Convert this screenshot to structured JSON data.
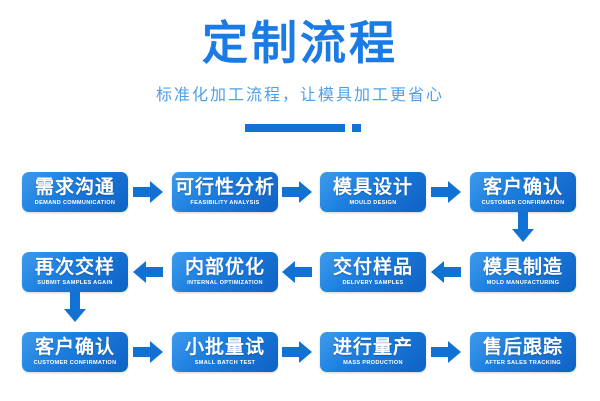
{
  "header": {
    "title": "定制流程",
    "subtitle": "标准化加工流程，让模具加工更省心",
    "accent_color": "#1272d4",
    "title_color": "#1a7ae6",
    "subtitle_color": "#4f9fe8"
  },
  "flow": {
    "box_color_light": "#3e9bec",
    "box_color_dark": "#0f62c4",
    "arrow_color": "#1272d4",
    "rows": [
      {
        "direction": "right",
        "steps": [
          {
            "cn": "需求沟通",
            "en": "DEMAND COMMUNICATION"
          },
          {
            "cn": "可行性分析",
            "en": "FEASIBILITY ANALYSIS"
          },
          {
            "cn": "模具设计",
            "en": "MOULD DESIGN"
          },
          {
            "cn": "客户确认",
            "en": "CUSTOMER CONFIRMATION"
          }
        ]
      },
      {
        "direction": "left",
        "steps": [
          {
            "cn": "再次交样",
            "en": "SUBMIT SAMPLES AGAIN"
          },
          {
            "cn": "内部优化",
            "en": "INTERNAL OPTIMIZATION"
          },
          {
            "cn": "交付样品",
            "en": "DELIVERY SAMPLES"
          },
          {
            "cn": "模具制造",
            "en": "MOLD MANUFACTURING"
          }
        ]
      },
      {
        "direction": "right",
        "steps": [
          {
            "cn": "客户确认",
            "en": "CUSTOMER CONFIRMATION"
          },
          {
            "cn": "小批量试",
            "en": "SMALL BATCH TEST"
          },
          {
            "cn": "进行量产",
            "en": "MASS PRODUCTION"
          },
          {
            "cn": "售后跟踪",
            "en": "AFTER SALES TRACKING"
          }
        ]
      }
    ]
  }
}
